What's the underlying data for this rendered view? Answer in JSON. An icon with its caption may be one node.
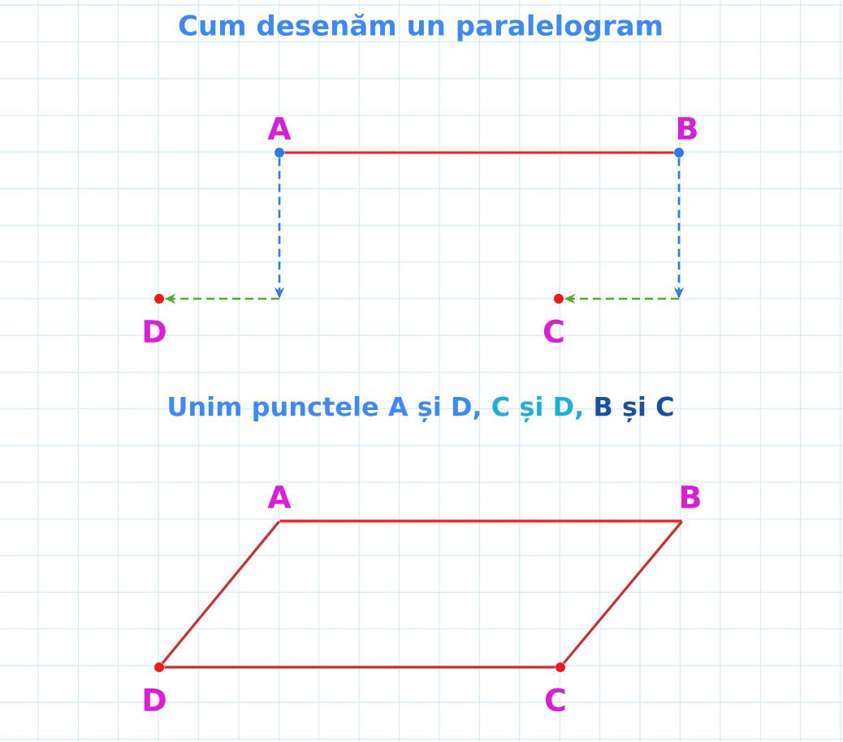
{
  "diagram": {
    "title": "Cum desenăm un paralelogram",
    "nodes": [
      {
        "text": [
          "A"
        ]
      },
      {
        "text": [
          "B"
        ]
      },
      {
        "text": [
          "D"
        ]
      },
      {
        "text": [
          "C"
        ]
      },
      {
        "text": [
          "A"
        ]
      },
      {
        "text": [
          "B"
        ]
      },
      {
        "text": [
          "D"
        ]
      },
      {
        "text": [
          "C"
        ]
      }
    ],
    "edges": [
      {
        "from": 0,
        "to": 1,
        "arrow": "none",
        "color": "#ff1a1a"
      },
      {
        "from": 0,
        "to": null,
        "arrow": "to",
        "style": "dashed",
        "color": "#2a7df0"
      },
      {
        "from": 1,
        "to": null,
        "arrow": "to",
        "style": "dashed",
        "color": "#2a7df0"
      },
      {
        "from": null,
        "to": 2,
        "arrow": "to",
        "style": "dashed",
        "color": "#5aa832"
      },
      {
        "from": null,
        "to": 3,
        "arrow": "to",
        "style": "dashed",
        "color": "#5aa832"
      },
      {
        "from": 4,
        "to": 5,
        "arrow": "none",
        "color": "#ff1a1a"
      },
      {
        "from": 4,
        "to": 6,
        "arrow": "none",
        "color": "#c83232"
      },
      {
        "from": 6,
        "to": 7,
        "arrow": "none",
        "color": "#c83232"
      },
      {
        "from": 7,
        "to": 5,
        "arrow": "none",
        "color": "#c83232"
      }
    ],
    "labels": [
      "Unim punctele A și D,",
      "C și D,",
      "B și C"
    ]
  }
}
